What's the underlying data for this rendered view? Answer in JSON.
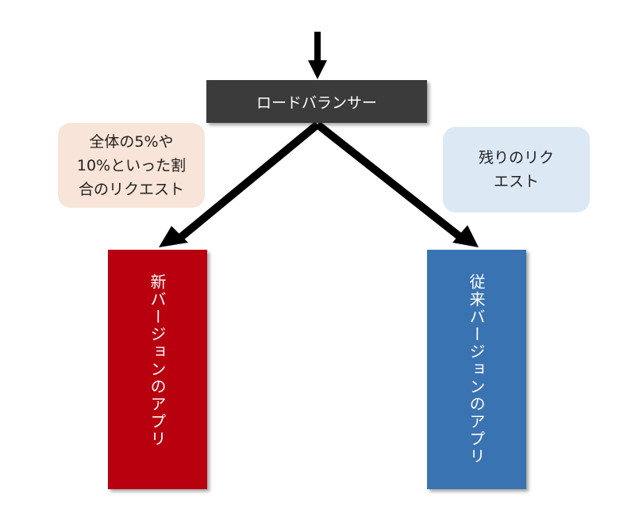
{
  "load_balancer": {
    "label": "ロードバランサー"
  },
  "left_note": {
    "lines": [
      "全体の5%や",
      "10%といった割",
      "合のリクエスト"
    ]
  },
  "right_note": {
    "lines": [
      "残りのリク",
      "エスト"
    ]
  },
  "new_app": {
    "label": "新バージョンのアプリ"
  },
  "old_app": {
    "label": "従来バージョンのアプリ"
  },
  "colors": {
    "lb": "#3b3b3b",
    "new": "#b8000f",
    "old": "#3a73b1",
    "left_note": "#f8e4d8",
    "right_note": "#dde8f5"
  }
}
